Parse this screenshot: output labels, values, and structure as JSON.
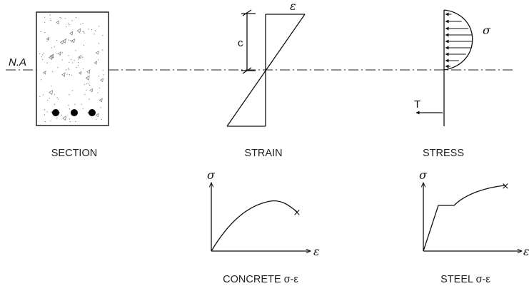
{
  "neutral_axis_label": "N.A",
  "section": {
    "caption": "SECTION"
  },
  "strain": {
    "caption": "STRAIN",
    "epsilon": "ε",
    "depth_label": "c"
  },
  "stress": {
    "caption": "STRESS",
    "sigma": "σ",
    "tension": "T"
  },
  "concrete_curve": {
    "caption": "CONCRETE σ-ε",
    "y_axis": "σ",
    "x_axis": "ε"
  },
  "steel_curve": {
    "caption": "STEEL σ-ε",
    "y_axis": "σ",
    "x_axis": "ε"
  },
  "colors": {
    "line": "#111111",
    "bar": "#000000",
    "speckle": "#777777"
  }
}
